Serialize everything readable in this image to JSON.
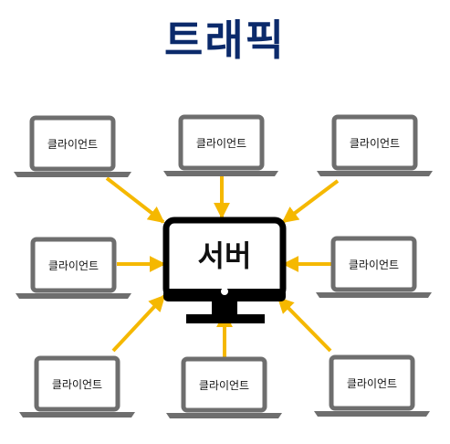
{
  "title": "트래픽",
  "server": {
    "label": "서버"
  },
  "clients": [
    {
      "label": "클라이언트"
    },
    {
      "label": "클라이언트"
    },
    {
      "label": "클라이언트"
    },
    {
      "label": "클라이언트"
    },
    {
      "label": "클라이언트"
    },
    {
      "label": "클라이언트"
    },
    {
      "label": "클라이언트"
    },
    {
      "label": "클라이언트"
    }
  ],
  "colors": {
    "title": "#0b2a6b",
    "arrow": "#f5b800",
    "laptop": "#6e6e6e",
    "monitor": "#000000"
  }
}
